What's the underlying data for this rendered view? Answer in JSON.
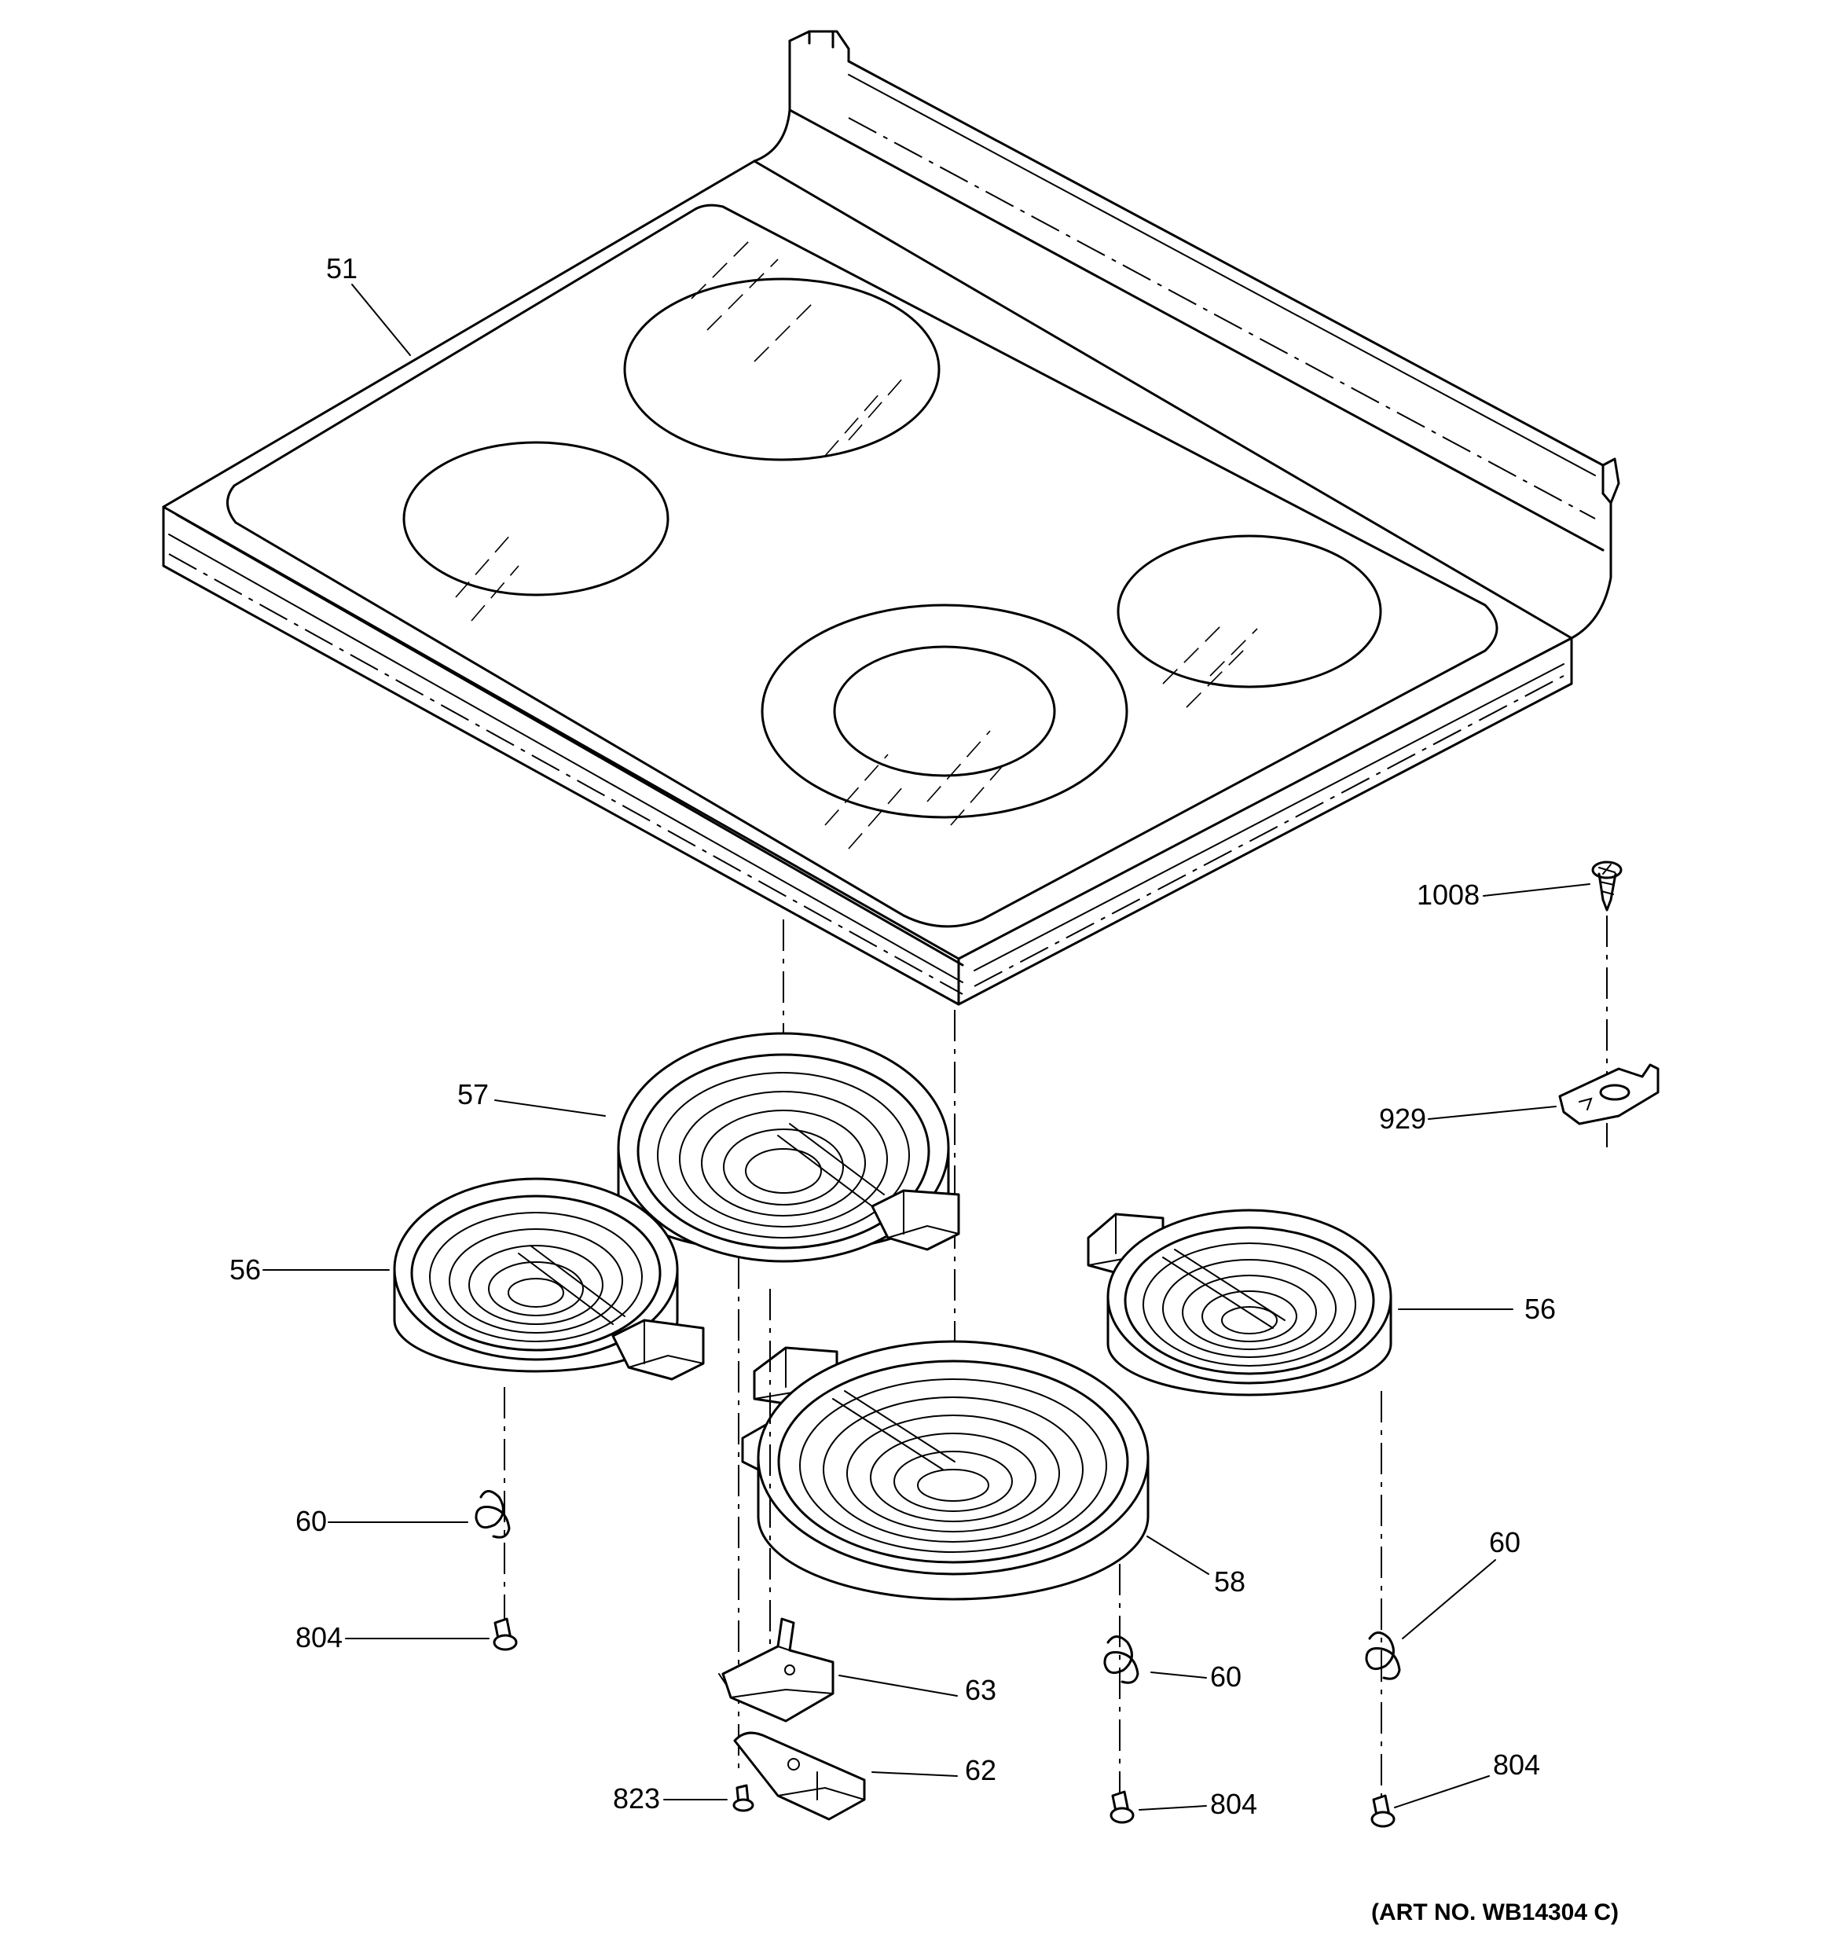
{
  "diagram": {
    "art_number": "(ART NO. WB14304 C)",
    "parts": [
      {
        "id": "cooktop-glass",
        "number": "51"
      },
      {
        "id": "element-large-dual",
        "number": "57"
      },
      {
        "id": "element-left-small",
        "number": "56"
      },
      {
        "id": "element-right-small",
        "number": "56"
      },
      {
        "id": "element-front-dual",
        "number": "58"
      },
      {
        "id": "screw-top",
        "number": "1008"
      },
      {
        "id": "bracket-929",
        "number": "929"
      },
      {
        "id": "clip-left",
        "number": "60"
      },
      {
        "id": "clip-center",
        "number": "60"
      },
      {
        "id": "clip-right",
        "number": "60"
      },
      {
        "id": "screw-left",
        "number": "804"
      },
      {
        "id": "screw-center",
        "number": "804"
      },
      {
        "id": "screw-right",
        "number": "804"
      },
      {
        "id": "bracket-63",
        "number": "63"
      },
      {
        "id": "bracket-62",
        "number": "62"
      },
      {
        "id": "screw-823",
        "number": "823"
      }
    ]
  }
}
